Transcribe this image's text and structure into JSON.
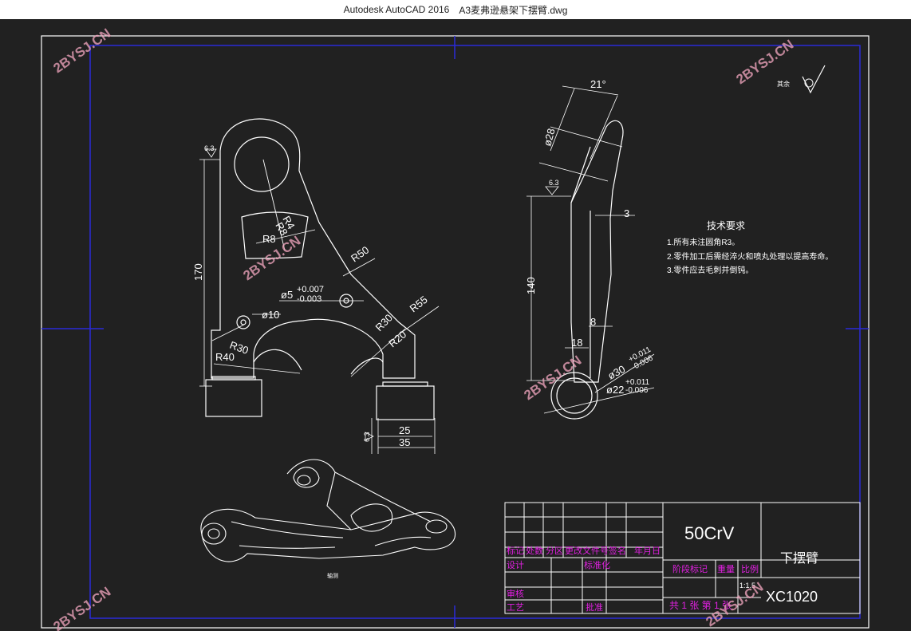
{
  "window": {
    "app_title": "Autodesk AutoCAD 2016",
    "file_title": "A3麦弗逊悬架下摆臂.dwg"
  },
  "watermark": "2BYSJ.CN",
  "drawing": {
    "dims_front": {
      "d170": "170",
      "r8a": "R8",
      "r8b": "R8",
      "r4": "R4",
      "r50": "R50",
      "phi5": "ø5",
      "tol5_up": "+0.007",
      "tol5_dn": "-0.003",
      "phi10": "ø10",
      "r30a": "R30",
      "r40": "R40",
      "r30b": "R30",
      "r20": "R20",
      "r55": "R55",
      "d25": "25",
      "d35": "35",
      "rough1": "6.3",
      "rough2": "6.3"
    },
    "dims_side": {
      "angle": "21°",
      "phi28": "ø28",
      "d140": "140",
      "d3": "3",
      "d8": "8",
      "d18": "18",
      "phi30": "ø30",
      "tol30_up": "+0.011",
      "tol30_dn": "-0.006",
      "phi22": "ø22",
      "tol22_up": "+0.011",
      "tol22_dn": "-0.006",
      "rough3": "6.3"
    },
    "surface_note": "其余",
    "iso_label": "轴测",
    "tech_title": "技术要求",
    "tech_items": [
      "1.所有未注圆角R3。",
      "2.零件加工后需经淬火和喷丸处理以提高寿命。",
      "3.零件应去毛刺并倒钝。"
    ],
    "title_block": {
      "material": "50CrV",
      "part_name": "下摆臂",
      "row_labels": [
        "标记",
        "处数",
        "分区",
        "更改文件号",
        "签名",
        "年月日"
      ],
      "design": "设计",
      "standardize": "标准化",
      "review": "审核",
      "process": "工艺",
      "approve": "批准",
      "stage_mark": "阶段标记",
      "weight": "重量",
      "scale_label": "比例",
      "scale": "1:1.5",
      "sheets": "共 1 张 第 1 张",
      "drawing_no": "XC1020"
    }
  }
}
